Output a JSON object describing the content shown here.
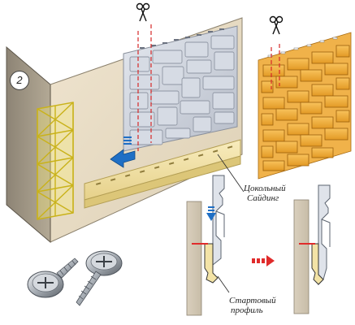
{
  "step_number": "2",
  "labels": {
    "plinth_siding_line1": "Цокольный",
    "plinth_siding_line2": "Сайдинг",
    "starter_profile_line1": "Стартовый",
    "starter_profile_line2": "профиль"
  },
  "icons": [
    "scissors-icon",
    "scissors-icon",
    "arrow-left-icon",
    "arrow-right-icon",
    "screw-icon",
    "screw-icon"
  ],
  "colors": {
    "wall": "#e8dcc5",
    "wall_side": "#9a9080",
    "stone_panel": "#cdd2dc",
    "brick": "#f2a93b",
    "starter_strip": "#f3e3a6",
    "support_frame": "#f5e44a",
    "cut_line": "#d62828",
    "arrow_blue": "#1f6fc5",
    "arrow_red": "#e02b2b"
  }
}
